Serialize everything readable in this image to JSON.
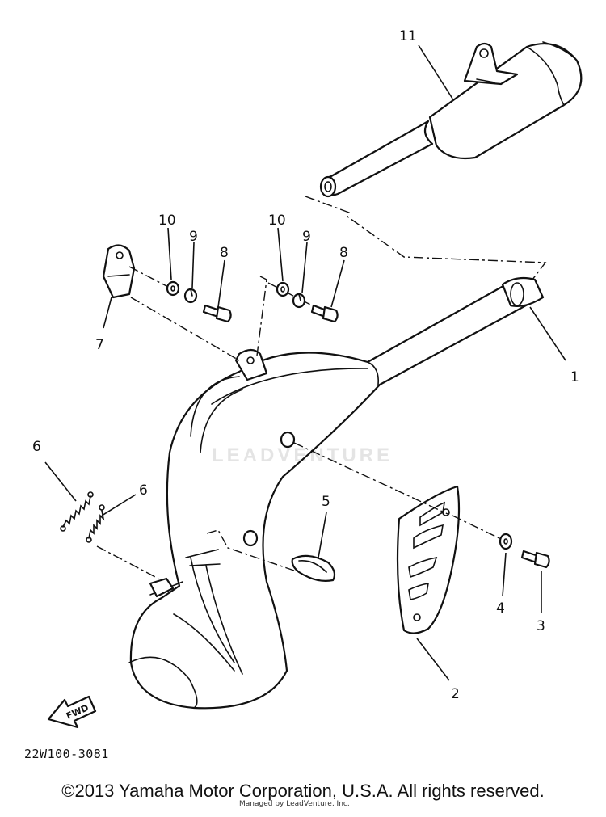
{
  "diagram": {
    "code": "22W100-3081",
    "direction_label": "FWD",
    "callouts": [
      {
        "id": "p1",
        "label": "1"
      },
      {
        "id": "p2",
        "label": "2"
      },
      {
        "id": "p3",
        "label": "3"
      },
      {
        "id": "p4",
        "label": "4"
      },
      {
        "id": "p5",
        "label": "5"
      },
      {
        "id": "p6a",
        "label": "6"
      },
      {
        "id": "p6b",
        "label": "6"
      },
      {
        "id": "p7",
        "label": "7"
      },
      {
        "id": "p8a",
        "label": "8"
      },
      {
        "id": "p8b",
        "label": "8"
      },
      {
        "id": "p9a",
        "label": "9"
      },
      {
        "id": "p9b",
        "label": "9"
      },
      {
        "id": "p10a",
        "label": "10"
      },
      {
        "id": "p10b",
        "label": "10"
      },
      {
        "id": "p11",
        "label": "11"
      }
    ]
  },
  "watermark": "LEADVENTURE",
  "footer": {
    "copyright": "©2013 Yamaha Motor Corporation, U.S.A. All rights reserved.",
    "sub_note": "Managed by LeadVenture, Inc."
  }
}
